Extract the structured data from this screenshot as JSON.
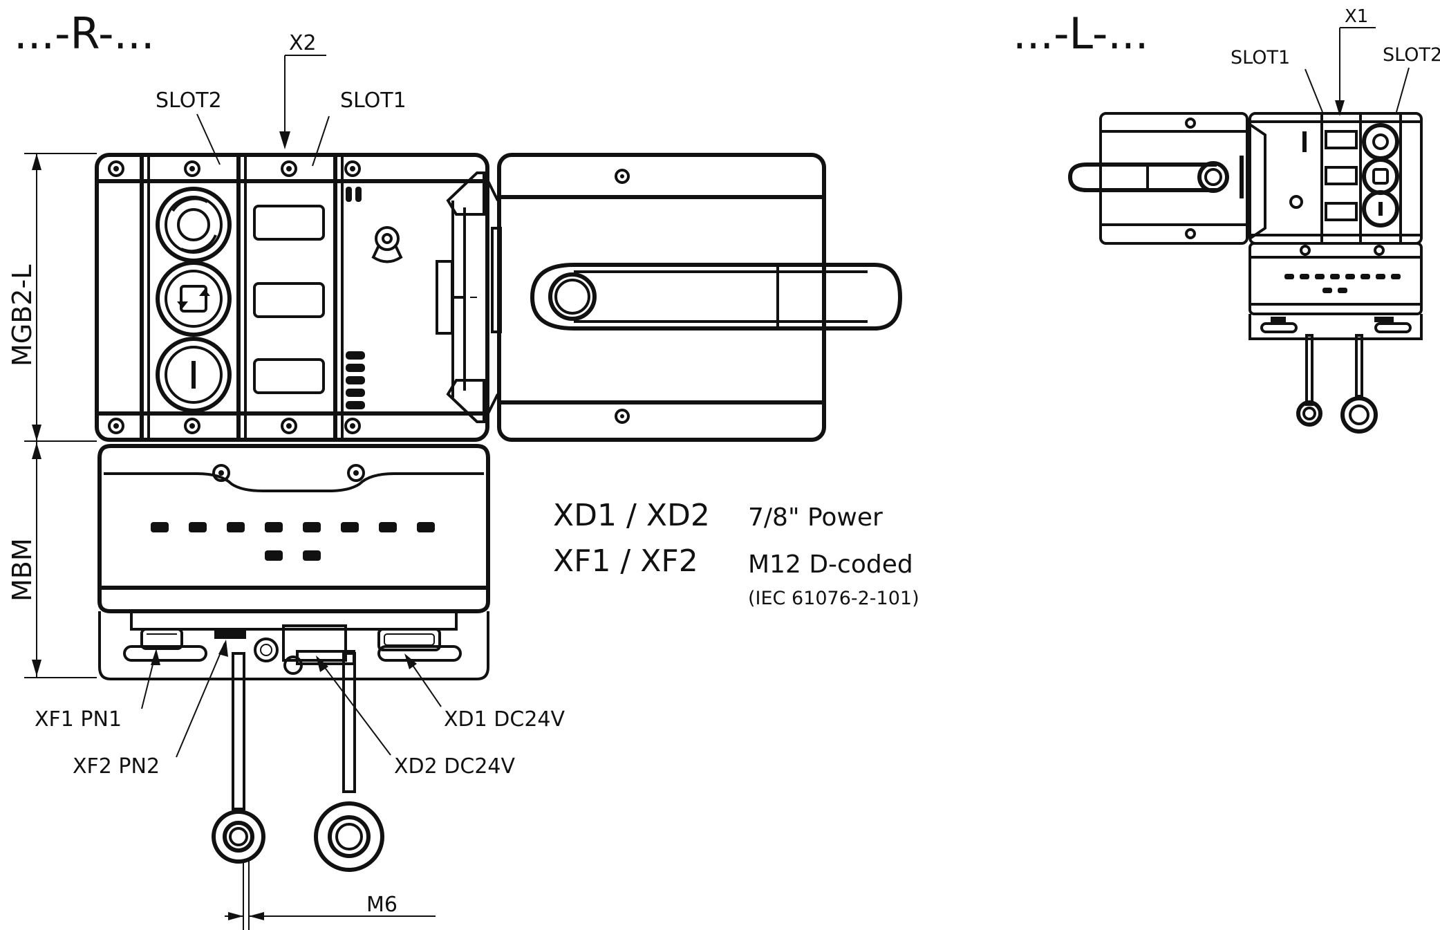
{
  "views": {
    "right": {
      "title": "...-R-..."
    },
    "left": {
      "title": "...-L-..."
    }
  },
  "dimensions": {
    "upper_module": "MGB2-L",
    "lower_module": "MBM",
    "thread": "M6"
  },
  "slots": {
    "right_slot2": "SLOT2",
    "right_slot1": "SLOT1",
    "left_slot1": "SLOT1",
    "left_slot2": "SLOT2"
  },
  "ports": {
    "x2": "X2",
    "x1": "X1",
    "xf1": "XF1 PN1",
    "xf2": "XF2 PN2",
    "xd1": "XD1 DC24V",
    "xd2": "XD2 DC24V"
  },
  "legend": {
    "row1_key": "XD1 / XD2",
    "row1_value": "7/8\" Power",
    "row2_key": "XF1 / XF2",
    "row2_value": "M12 D-coded",
    "row2_note": "(IEC 61076-2-101)"
  },
  "icons": [
    "screw-icon",
    "keyhole-icon",
    "stop-button-icon",
    "cycle-button-icon",
    "power-button-icon",
    "led-icon",
    "handle-icon",
    "ring-icon"
  ],
  "colors": {
    "line": "#111111",
    "background": "#ffffff"
  }
}
